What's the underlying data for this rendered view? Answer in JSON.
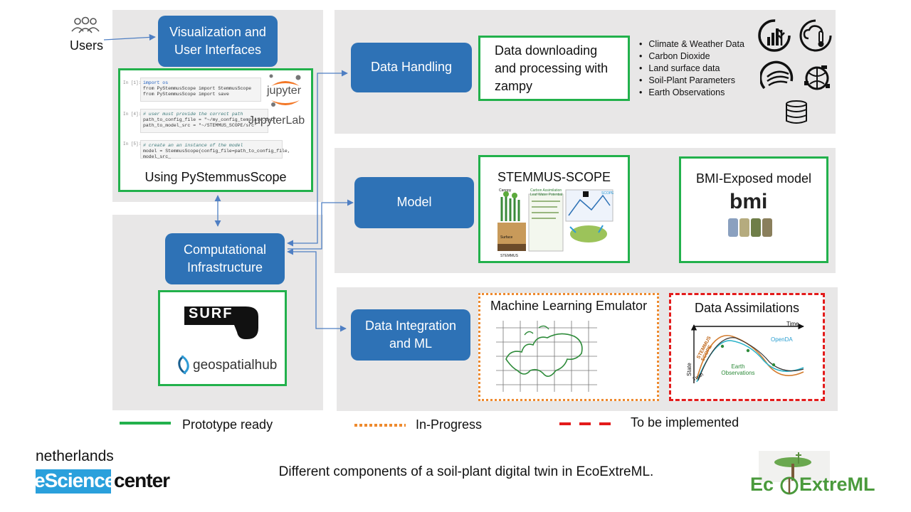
{
  "users": {
    "label": "Users",
    "icon": "users-icon"
  },
  "left": {
    "visualization": "Visualization and User Interfaces",
    "pystemmus_caption": "Using PyStemmusScope",
    "notebook": {
      "cells": [
        {
          "prompt": "In [1]:",
          "lines": [
            "import os",
            "from PyStemmusScope import StemmusScope",
            "from PyStemmusScope import save"
          ]
        },
        {
          "prompt": "In [4]:",
          "lines": [
            "# user must provide the correct path",
            "path_to_config_file = \"~/my_config_template.txt\"",
            "path_to_model_src = \"~/STEMMUS_SCOPE/src\""
          ]
        },
        {
          "prompt": "In [5]:",
          "lines": [
            "# create an an instance of the model",
            "model = StemmusScope(config_file=path_to_config_file, model_src_"
          ]
        }
      ],
      "jupyter_label": "jupyter",
      "jupyterlab_label": "JupyterLab"
    },
    "computational": "Computational Infrastructure",
    "surf_label": "SURF",
    "geo_label": "geospatialhub"
  },
  "data_handling": {
    "label": "Data Handling",
    "zampy": "Data downloading and processing with zampy",
    "bullets": [
      "Climate & Weather Data",
      "Carbon Dioxide",
      "Land surface data",
      "Soil-Plant Parameters",
      "Earth Observations"
    ]
  },
  "model": {
    "label": "Model",
    "stemmus_title": "STEMMUS-SCOPE",
    "bmi_title": "BMI-Exposed model",
    "bmi_logo": "bmi",
    "figure_labels": [
      "Canopy",
      "Carbon Assimilation",
      "Leaf Water Potential",
      "Surface",
      "SCOPE",
      "STEMMUS"
    ]
  },
  "integration": {
    "label": "Data Integration and ML",
    "ml_title": "Machine Learning Emulator",
    "da_title": "Data Assimilations",
    "da_plot": {
      "x_axis": "Time",
      "y_axis": "State",
      "series": [
        "STEMMUS SCOPE",
        "OpenDA",
        "Earth Observations",
        "Truth"
      ]
    }
  },
  "legend": {
    "ready": "Prototype ready",
    "progress": "In-Progress",
    "todo": "To be implemented",
    "colors": {
      "ready": "#22b14c",
      "progress": "#ee8a2e",
      "todo": "#e31b1b"
    }
  },
  "footer": {
    "nl_top": "netherlands",
    "nl_escience": "eScience",
    "nl_center": "center",
    "caption": "Different components of a soil-plant digital twin in EcoExtreML.",
    "eco_left": "Ec",
    "eco_right": "ExtreML"
  },
  "colors": {
    "accent_blue": "#2e72b6",
    "panel_gray": "#e8e7e7",
    "arrow_blue": "#4f7fc3"
  }
}
